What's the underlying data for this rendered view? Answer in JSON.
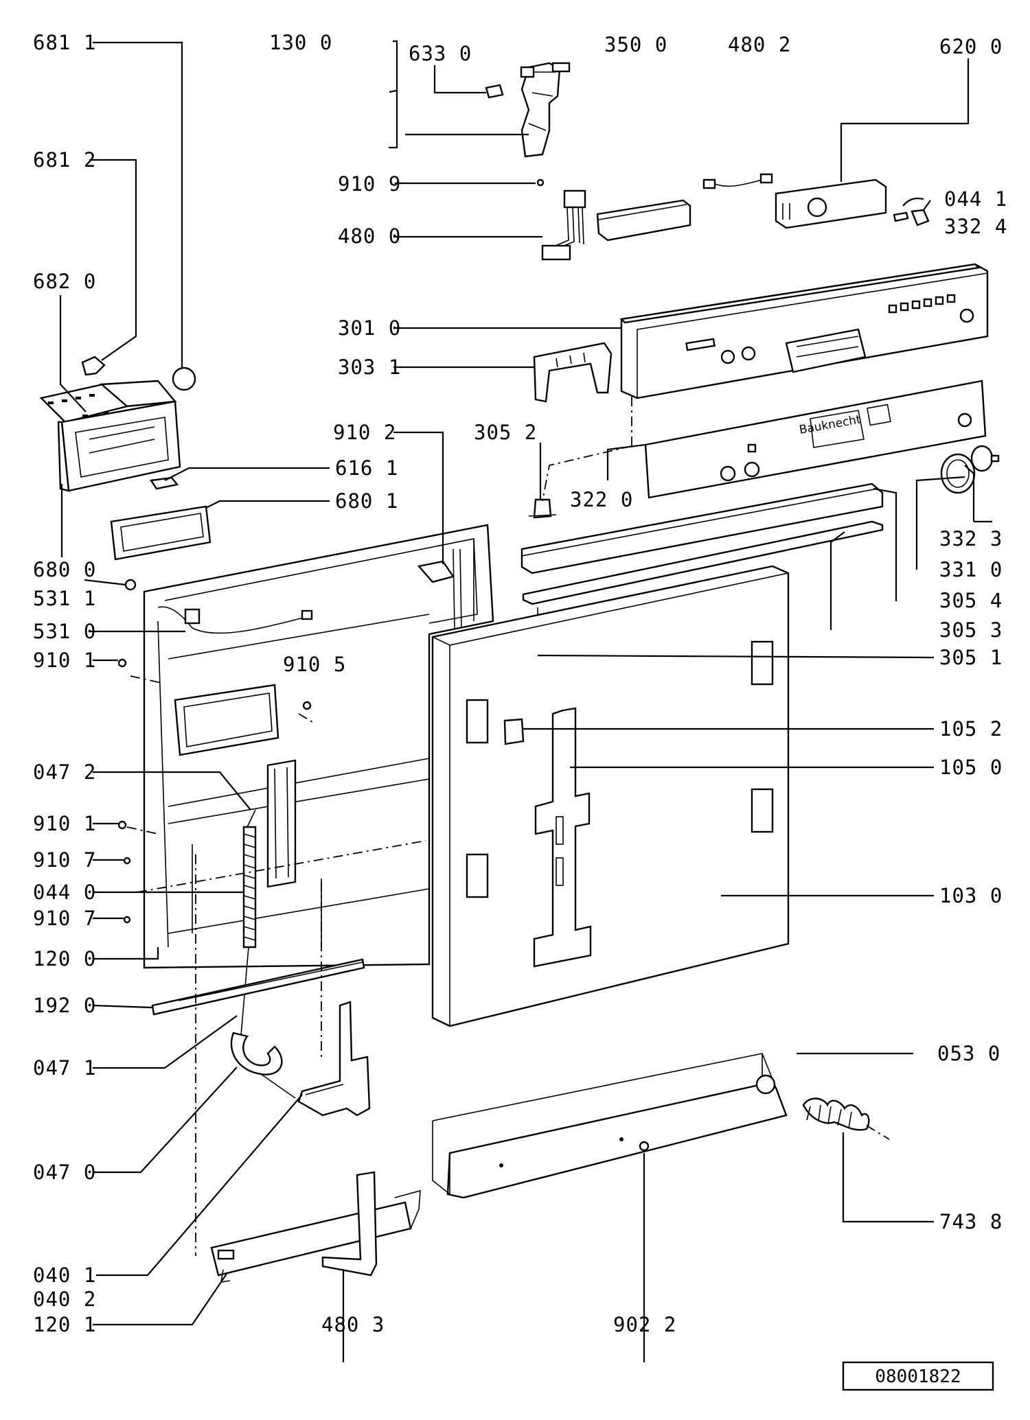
{
  "drawing": {
    "reference_number": "08001822",
    "brand_marking": "Bauknecht"
  },
  "callouts": [
    {
      "id": "681_1",
      "label": "681 1"
    },
    {
      "id": "130_0",
      "label": "130 0"
    },
    {
      "id": "633_0",
      "label": "633 0"
    },
    {
      "id": "350_0",
      "label": "350 0"
    },
    {
      "id": "480_2",
      "label": "480 2"
    },
    {
      "id": "620_0",
      "label": "620 0"
    },
    {
      "id": "681_2",
      "label": "681 2"
    },
    {
      "id": "910_9",
      "label": "910 9"
    },
    {
      "id": "480_0",
      "label": "480 0"
    },
    {
      "id": "044_1",
      "label": "044 1"
    },
    {
      "id": "332_4",
      "label": "332 4"
    },
    {
      "id": "682_0",
      "label": "682 0"
    },
    {
      "id": "301_0",
      "label": "301 0"
    },
    {
      "id": "303_1",
      "label": "303 1"
    },
    {
      "id": "910_2",
      "label": "910 2"
    },
    {
      "id": "305_2",
      "label": "305 2"
    },
    {
      "id": "616_1",
      "label": "616 1"
    },
    {
      "id": "322_0",
      "label": "322 0"
    },
    {
      "id": "680_1",
      "label": "680 1"
    },
    {
      "id": "332_3",
      "label": "332 3"
    },
    {
      "id": "680_0",
      "label": "680 0"
    },
    {
      "id": "331_0",
      "label": "331 0"
    },
    {
      "id": "531_1",
      "label": "531 1"
    },
    {
      "id": "305_4",
      "label": "305 4"
    },
    {
      "id": "531_0",
      "label": "531 0"
    },
    {
      "id": "305_3",
      "label": "305 3"
    },
    {
      "id": "910_1a",
      "label": "910 1"
    },
    {
      "id": "305_1",
      "label": "305 1"
    },
    {
      "id": "910_5",
      "label": "910 5"
    },
    {
      "id": "105_2",
      "label": "105 2"
    },
    {
      "id": "047_2",
      "label": "047 2"
    },
    {
      "id": "105_0",
      "label": "105 0"
    },
    {
      "id": "910_1b",
      "label": "910 1"
    },
    {
      "id": "910_7a",
      "label": "910 7"
    },
    {
      "id": "044_0",
      "label": "044 0"
    },
    {
      "id": "103_0",
      "label": "103 0"
    },
    {
      "id": "910_7b",
      "label": "910 7"
    },
    {
      "id": "120_0",
      "label": "120 0"
    },
    {
      "id": "192_0",
      "label": "192 0"
    },
    {
      "id": "053_0",
      "label": "053 0"
    },
    {
      "id": "047_1",
      "label": "047 1"
    },
    {
      "id": "047_0",
      "label": "047 0"
    },
    {
      "id": "743_8",
      "label": "743 8"
    },
    {
      "id": "040_1",
      "label": "040 1"
    },
    {
      "id": "040_2",
      "label": "040 2"
    },
    {
      "id": "120_1",
      "label": "120 1"
    },
    {
      "id": "480_3",
      "label": "480 3"
    },
    {
      "id": "902_2",
      "label": "902 2"
    }
  ]
}
